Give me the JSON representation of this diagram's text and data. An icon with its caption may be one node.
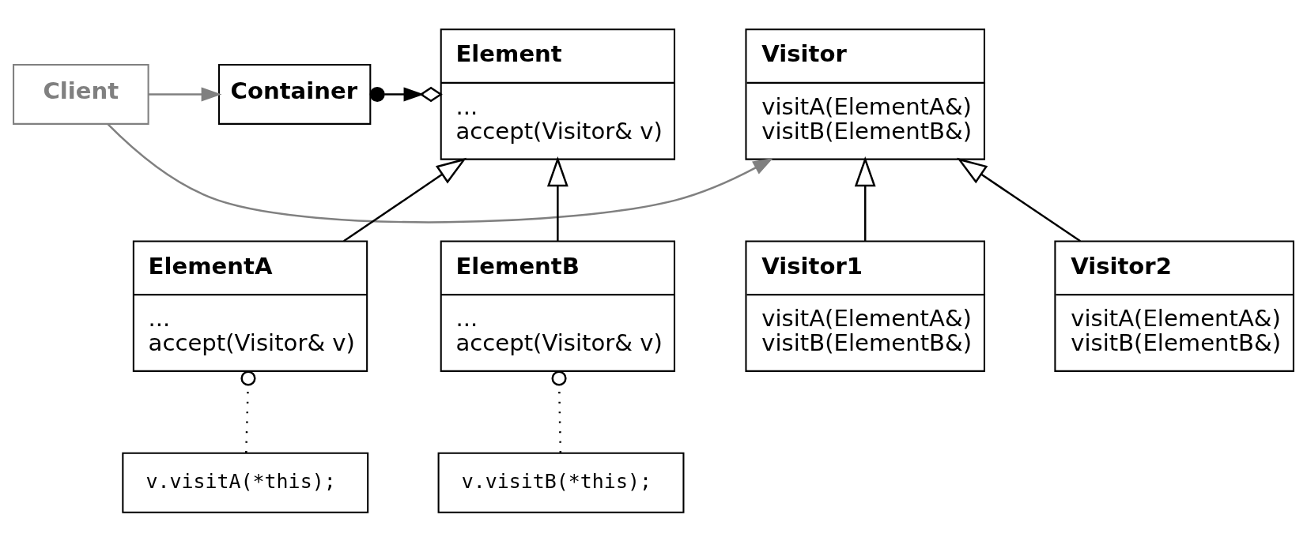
{
  "diagram": {
    "nodes": [
      {
        "text": [
          "Element",
          "...",
          "accept(Visitor& v)"
        ]
      },
      {
        "text": [
          "Container"
        ]
      },
      {
        "text": [
          "Client"
        ]
      },
      {
        "text": [
          "Visitor",
          "visitA(ElementA&)",
          "visitB(ElementB&)"
        ]
      },
      {
        "text": [
          "ElementA",
          "...",
          "accept(Visitor& v)"
        ]
      },
      {
        "text": [
          "ElementB",
          "...",
          "accept(Visitor& v)"
        ]
      },
      {
        "text": [
          "Visitor1",
          "visitA(ElementA&)",
          "visitB(ElementB&)"
        ]
      },
      {
        "text": [
          "Visitor2",
          "visitA(ElementA&)",
          "visitB(ElementB&)"
        ]
      },
      {
        "text": [
          "v.visitA(*this);"
        ]
      },
      {
        "text": [
          "v.visitB(*this);"
        ]
      }
    ],
    "edges": [
      {
        "from": 1,
        "to": 0,
        "arrow": "to"
      },
      {
        "from": 2,
        "to": 1,
        "arrow": "to",
        "color": "#808080"
      },
      {
        "from": 2,
        "to": 3,
        "arrow": "to",
        "color": "#808080"
      },
      {
        "from": 4,
        "to": 0,
        "arrow": "to"
      },
      {
        "from": 5,
        "to": 0,
        "arrow": "to"
      },
      {
        "from": 6,
        "to": 3,
        "arrow": "to"
      },
      {
        "from": 7,
        "to": 3,
        "arrow": "to"
      },
      {
        "from": 8,
        "to": 4,
        "arrow": "other",
        "style": "dashed"
      },
      {
        "from": 9,
        "to": 5,
        "arrow": "other",
        "style": "dashed"
      }
    ]
  }
}
